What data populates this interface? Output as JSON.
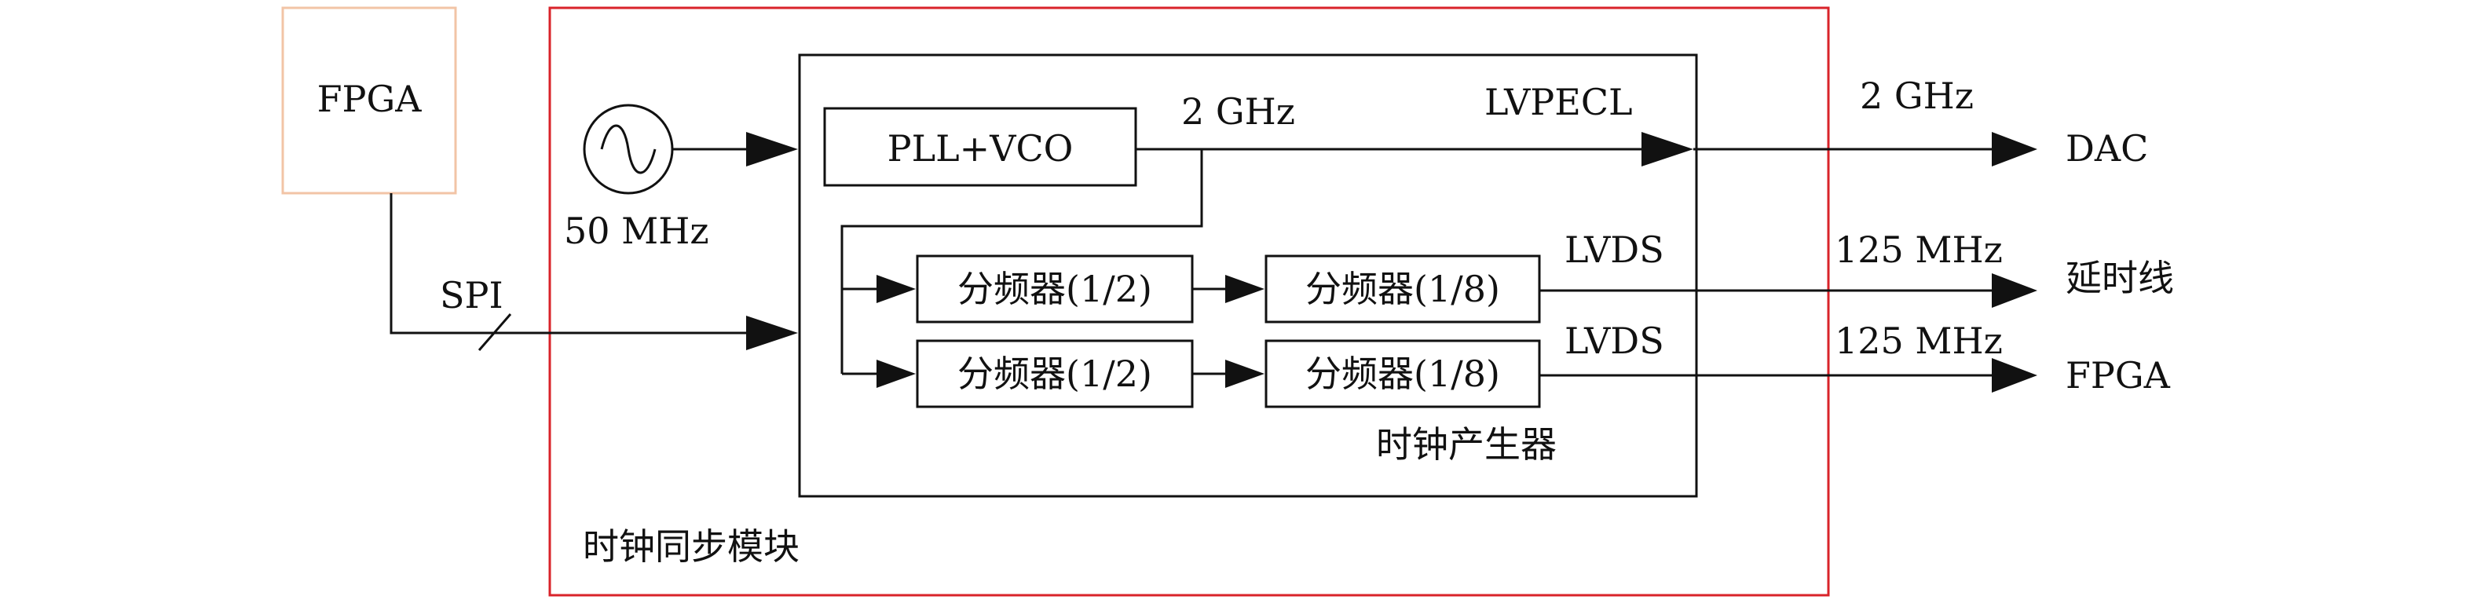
{
  "diagram": {
    "fpga_source": "FPGA",
    "spi": "SPI",
    "osc_freq": "50 MHz",
    "module_name": "时钟同步模块",
    "generator_name": "时钟产生器",
    "pll": "PLL+VCO",
    "pll_out_freq": "2 GHz",
    "lvpecl": "LVPECL",
    "divider_half": "分频器(1/2)",
    "divider_eighth": "分频器(1/8)",
    "lvds": "LVDS",
    "dac_freq": "2 GHz",
    "dac": "DAC",
    "delay_freq": "125 MHz",
    "delay_line": "延时线",
    "fpga_freq": "125 MHz",
    "fpga_target": "FPGA"
  },
  "colors": {
    "module_border": "#d9232a",
    "fpga_border": "#f2c4a6",
    "line": "#111111"
  }
}
